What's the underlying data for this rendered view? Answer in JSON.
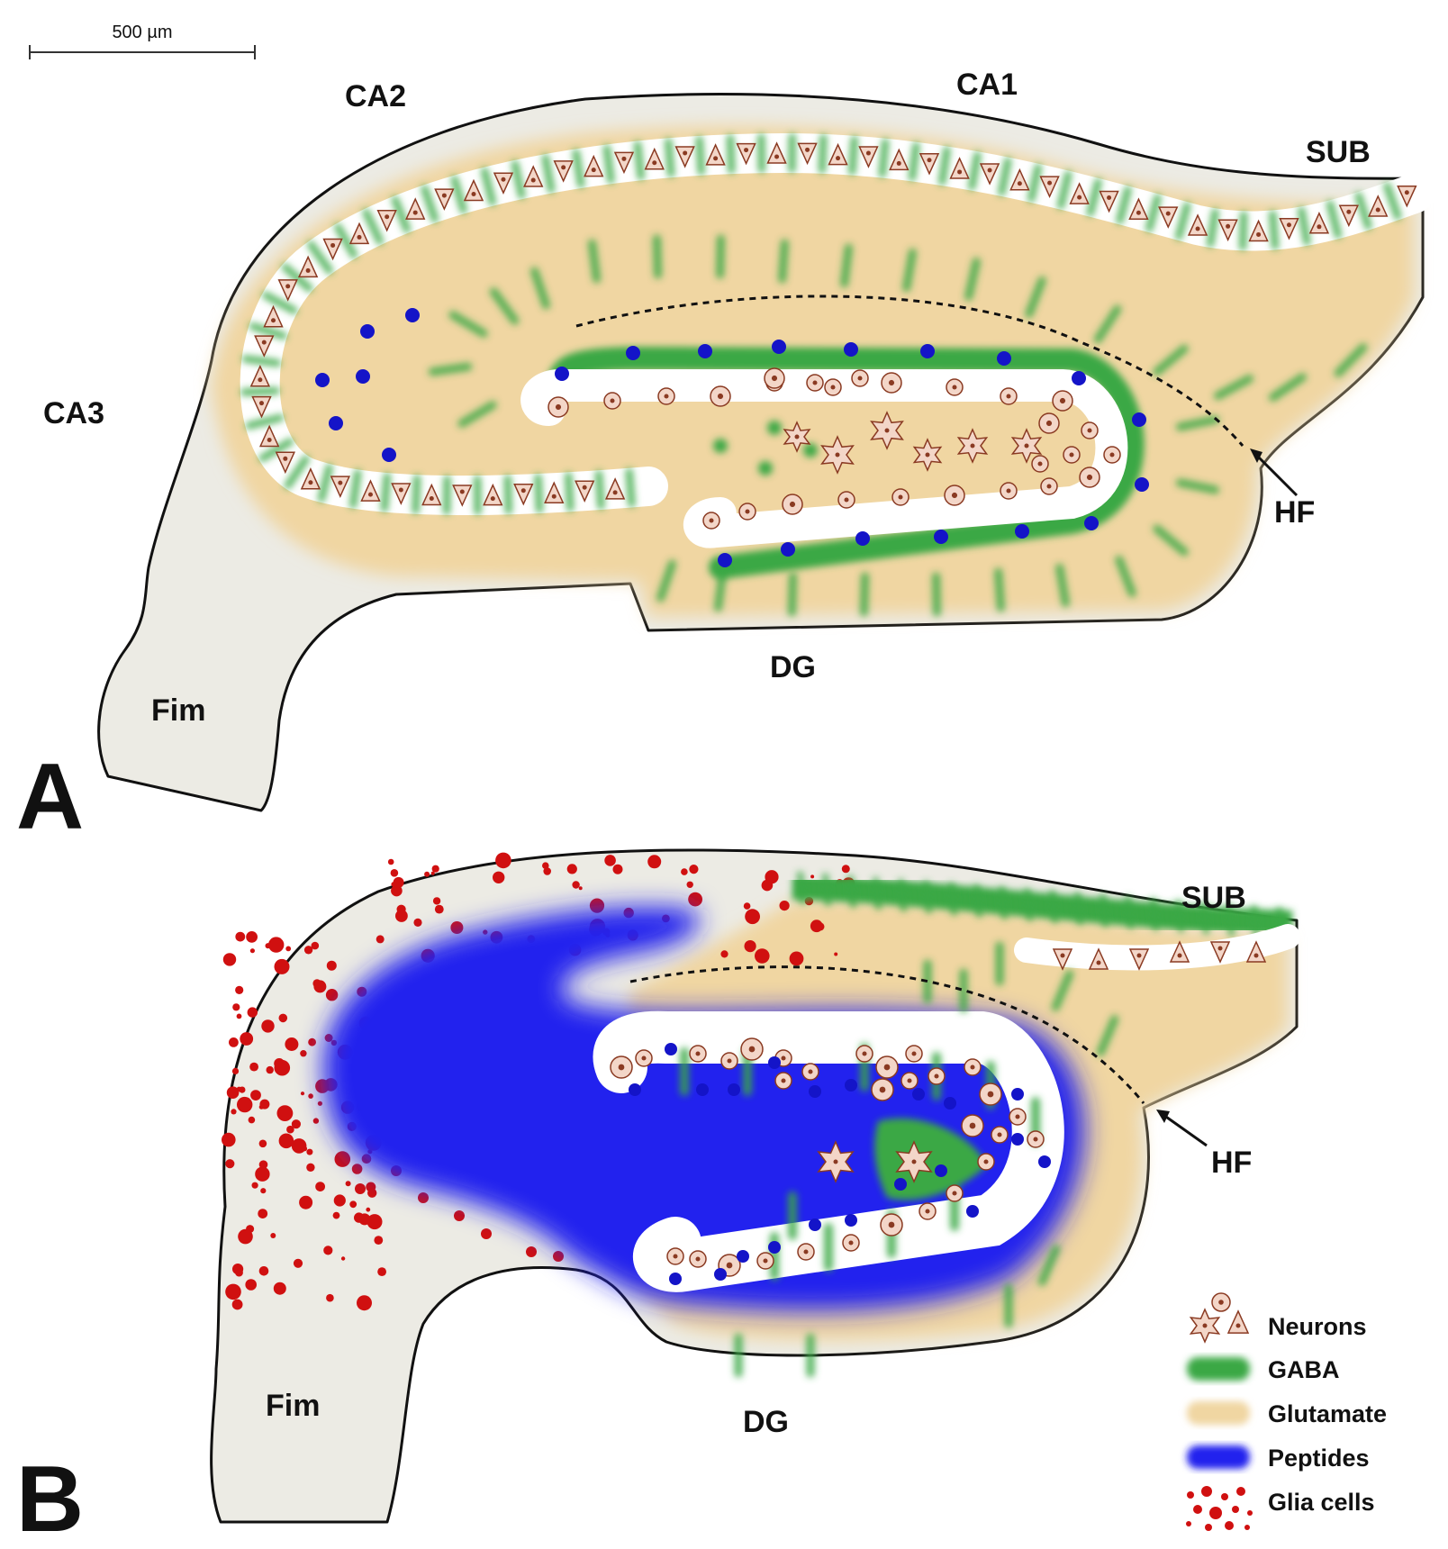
{
  "scale_bar": {
    "label": "500 µm"
  },
  "panel_a": {
    "panel_label": "A",
    "regions": {
      "ca2": "CA2",
      "ca1": "CA1",
      "sub": "SUB",
      "ca3": "CA3",
      "hf": "HF",
      "dg": "DG",
      "fim": "Fim"
    }
  },
  "panel_b": {
    "panel_label": "B",
    "regions": {
      "sub": "SUB",
      "hf": "HF",
      "dg": "DG",
      "fim": "Fim"
    }
  },
  "legend": {
    "items": [
      {
        "label": "Neurons",
        "swatch": "neurons"
      },
      {
        "label": "GABA",
        "swatch": "gaba"
      },
      {
        "label": "Glutamate",
        "swatch": "glutamate"
      },
      {
        "label": "Peptides",
        "swatch": "peptides"
      },
      {
        "label": "Glia cells",
        "swatch": "glia"
      }
    ]
  },
  "colors": {
    "glutamate": "#f0d6a2",
    "gaba": "#3aa845",
    "peptides": "#2222ee",
    "glia": "#d01010",
    "tissue": "#ecebe4",
    "neuron_fill": "#f3d6c8",
    "neuron_stroke": "#8a3a22"
  }
}
